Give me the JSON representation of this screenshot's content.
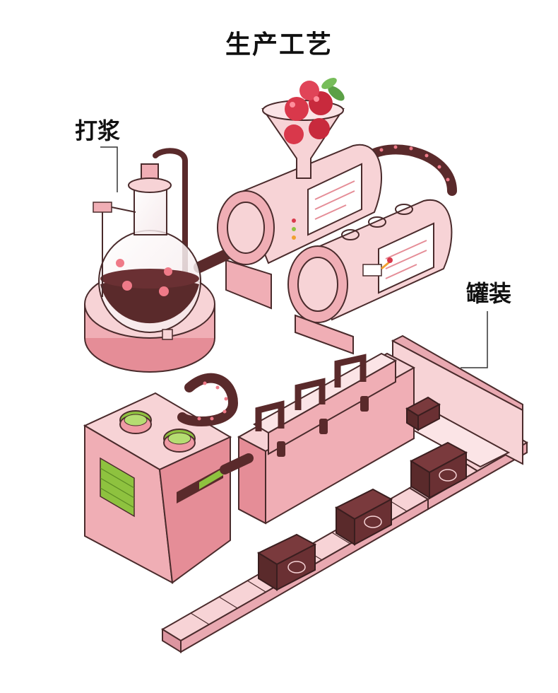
{
  "title": "生产工艺",
  "labels": {
    "beating": "打浆",
    "canning": "罐装"
  },
  "colors": {
    "pink_light": "#f7d3d6",
    "pink_mid": "#f0aeb5",
    "pink_dark": "#e58d97",
    "maroon": "#5a2a2b",
    "accent_red": "#d9384b",
    "accent_green": "#8ec23f",
    "outline": "#4a2b2c"
  },
  "icons": [
    "cranberry-icon",
    "leaf-icon"
  ]
}
